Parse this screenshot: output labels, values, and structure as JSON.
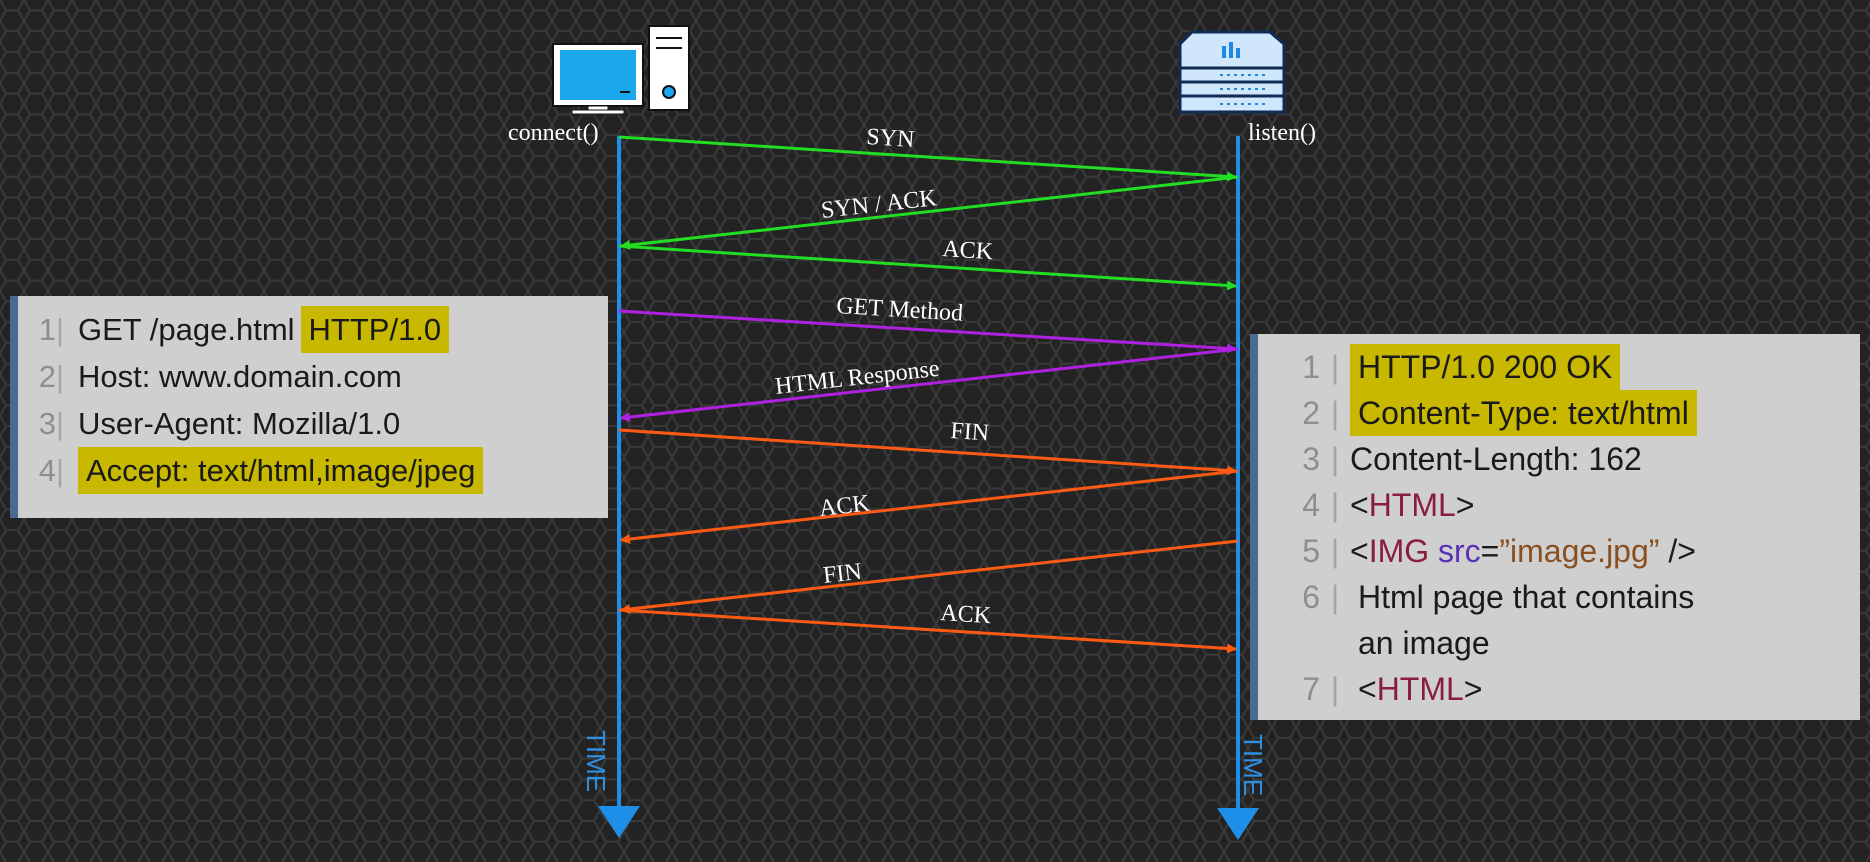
{
  "client": {
    "label": "connect()",
    "icon": "desktop-computer-icon",
    "time_label": "TIME"
  },
  "server": {
    "label": "listen()",
    "icon": "server-icon",
    "time_label": "TIME"
  },
  "messages": [
    {
      "label": "SYN",
      "direction": "client-to-server",
      "color": "#22dd22"
    },
    {
      "label": "SYN / ACK",
      "direction": "server-to-client",
      "color": "#22dd22"
    },
    {
      "label": "ACK",
      "direction": "client-to-server",
      "color": "#22dd22"
    },
    {
      "label": "GET Method",
      "direction": "client-to-server",
      "color": "#b020e0"
    },
    {
      "label": "HTML Response",
      "direction": "server-to-client",
      "color": "#b020e0"
    },
    {
      "label": "FIN",
      "direction": "client-to-server",
      "color": "#ff5a14"
    },
    {
      "label": "ACK",
      "direction": "server-to-client",
      "color": "#ff5a14"
    },
    {
      "label": "FIN",
      "direction": "server-to-client",
      "color": "#ff5a14"
    },
    {
      "label": "ACK",
      "direction": "client-to-server",
      "color": "#ff5a14"
    }
  ],
  "request": {
    "lines": [
      {
        "num": "1",
        "text": "GET /page.html",
        "highlight": "HTTP/1.0"
      },
      {
        "num": "2",
        "text": "Host: www.domain.com"
      },
      {
        "num": "3",
        "text": "User-Agent: Mozilla/1.0"
      },
      {
        "num": "4",
        "highlight": "Accept: text/html,image/jpeg"
      }
    ]
  },
  "response": {
    "lines": [
      {
        "num": "1",
        "highlight": "HTTP/1.0 200 OK"
      },
      {
        "num": "2",
        "highlight": "Content-Type: text/html"
      },
      {
        "num": "3",
        "text": "Content-Length: 162"
      },
      {
        "num": "4",
        "open": "<",
        "tag": "HTML",
        "close": ">"
      },
      {
        "num": "5",
        "open": "<",
        "tag": "IMG",
        "attr": "src",
        "eq": "=",
        "str": "”image.jpg”",
        "close": " />"
      },
      {
        "num": "6",
        "text": "Html page that contains\nan image"
      },
      {
        "num": "7",
        "open": "<",
        "tag": "HTML",
        "close": ">"
      }
    ]
  },
  "colors": {
    "background": "#232323",
    "timeline": "#1e8fe8",
    "handshake": "#22dd22",
    "http": "#b020e0",
    "teardown": "#ff5a14",
    "highlight": "#c9b800",
    "panel": "#cfcfcf"
  }
}
